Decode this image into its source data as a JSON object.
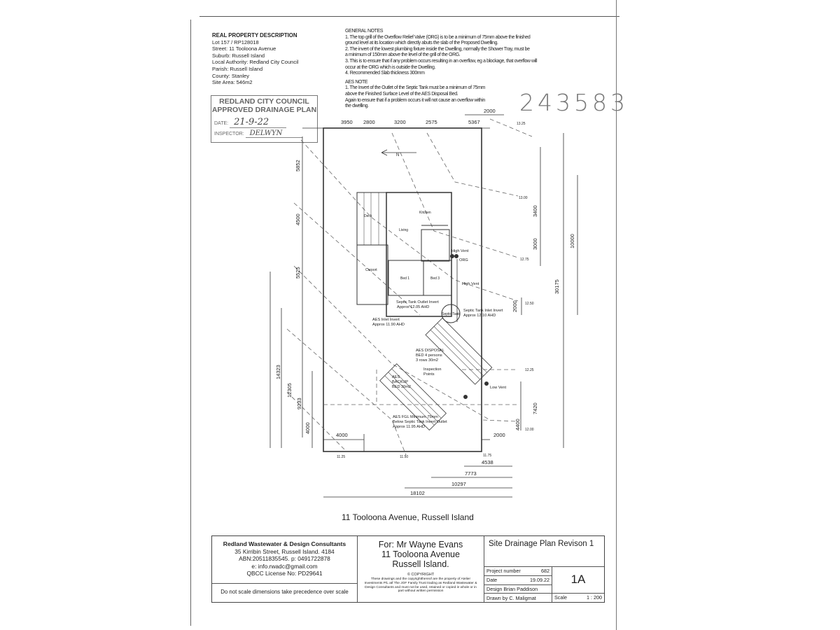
{
  "property": {
    "heading": "REAL PROPERTY DESCRIPTION",
    "lines": [
      "Lot 157 / RP128018",
      "Street: 11 Tooloona Avenue",
      "Suburb: Russell Island",
      "Local Authority: Redland City Council",
      "Parish: Russell Island",
      "County: Stanley",
      "Site Area: 546m2"
    ]
  },
  "general_notes": {
    "heading": "GENERAL NOTES",
    "lines": [
      "1. The top grill of the Overflow Relief Valve (ORG) is to be a minimum of 75mm above the finished",
      "ground level at its location which directly abuts the slab of the Proposed Dwelling.",
      "2. The invert of the lowest plumbing fixture inside the Dwelling, normally the Shower Tray, must be",
      "a minimum of 150mm above the level of the grill of the ORG.",
      "3. This is to ensure that if any problem occurs resulting in an overflow, eg a blockage, that overflow will",
      "occur at the ORG which is outside the Dwelling.",
      "4. Recommended Slab thickness 300mm"
    ]
  },
  "aes_note": {
    "heading": "AES NOTE",
    "lines": [
      "1. The Invert of the Outlet of the Septic Tank must be a minimum of 75mm",
      "above the Finished Surface Level of the AES Disposal Bed.",
      "Again to ensure that if a problem occurs it will not cause an overflow within",
      "the dwelling."
    ]
  },
  "stamp": {
    "line1": "REDLAND CITY COUNCIL",
    "line2": "APPROVED DRAINAGE PLAN",
    "date_label": "DATE:",
    "date_value": "21-9-22",
    "inspector_label": "INSPECTOR:",
    "inspector_value": "DELWYN"
  },
  "reference_number": "243583",
  "plan": {
    "top_dims": [
      "3950",
      "2800",
      "3200",
      "2575",
      "5367",
      "2000"
    ],
    "left_dims": [
      "5852",
      "4500",
      "5525",
      "14323",
      "12305",
      "9233",
      "4000"
    ],
    "right_dims": [
      "3400",
      "3000",
      "10000",
      "30175",
      "2000",
      "7420",
      "4400"
    ],
    "levels": [
      "13.25",
      "13.00",
      "12.75",
      "12.50",
      "12.25",
      "12.00",
      "11.25",
      "11.50",
      "11.75"
    ],
    "bottom_dims": [
      "4000",
      "2000",
      "4538",
      "7773",
      "10297",
      "18102"
    ],
    "rooms": [
      "Deck",
      "Kitchen",
      "Living",
      "Carport",
      "Bed 1",
      "Bed 3"
    ],
    "north_label": "N",
    "labels": {
      "high_vent_1": "High Vent",
      "org": "ORG",
      "high_vent_2": "High Vent",
      "septic_tank": "Septic Tank",
      "st_outlet_1": "Septic Tank Outlet Invert",
      "st_outlet_2": "Approx 12.05 AHD",
      "st_inlet_1": "Septic Tank Inlet Invert",
      "st_inlet_2": "Approx 12.10 AHD",
      "aes_inlet_1": "AES Inlet Invert",
      "aes_inlet_2": "Approx 11.90 AHD",
      "disposal_1": "AES DISPOSAL",
      "disposal_2": "BED 4 persons",
      "disposal_3": "3 rows 30m2",
      "inspection_1": "Inspection",
      "inspection_2": "Points",
      "backup_1": "AES",
      "backup_2": "BACKUP",
      "backup_3": "BED 30m2",
      "low_vent": "Low Vent",
      "fgl_1": "AES FGL Minimum 75mm",
      "fgl_2": "Below Septic Tank Invert Outlet",
      "fgl_3": "Approx 11.95 AHD"
    },
    "address_title": "11 Tooloona Avenue, Russell Island"
  },
  "title_block": {
    "company": "Redland Wastewater & Design Consultants",
    "company_lines": [
      "35 Kirribin Street, Russell Island. 4184",
      "ABN:20511835545. p: 0491722878",
      "e: info.rwadc@gmail.com",
      "QBCC License No: PD29641"
    ],
    "scale_note": "Do not scale dimensions take precedence over scale",
    "client_lines": [
      "For: Mr Wayne Evans",
      "11 Tooloona Avenue",
      "Russell Island."
    ],
    "copyright_label": "© COPYRIGHT",
    "copyright_text": "These drawings and the copyrightthereof are the property of Atelier Investments P/L atf The JOF Family Trust trading as Redland Wastewater & Design Consultants and must not be used, retained or copied in whole or in part without written permission",
    "drawing_title": "Site Drainage Plan Revison 1",
    "project_number_label": "Project number",
    "project_number": "682",
    "date_label": "Date",
    "date": "19.09.22",
    "design": "Design Brian Paddison",
    "drawn": "Drawn by C. Maligmat",
    "sheet": "1A",
    "scale_label": "Scale",
    "scale": "1 : 200"
  }
}
